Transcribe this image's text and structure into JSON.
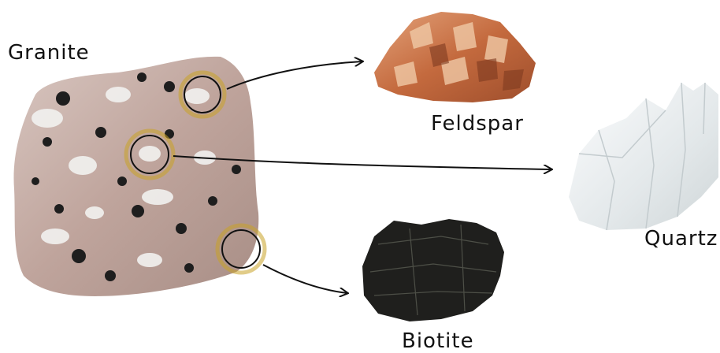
{
  "labels": {
    "rock": "Granite",
    "mineral_1": "Feldspar",
    "mineral_2": "Quartz",
    "mineral_3": "Biotite"
  },
  "colors": {
    "highlight_ring": "#c9a227",
    "arrow": "#111111",
    "granite_base": "#bda39a",
    "feldspar": "#c8744a",
    "quartz": "#eef1f3",
    "biotite": "#1f1f1d"
  }
}
